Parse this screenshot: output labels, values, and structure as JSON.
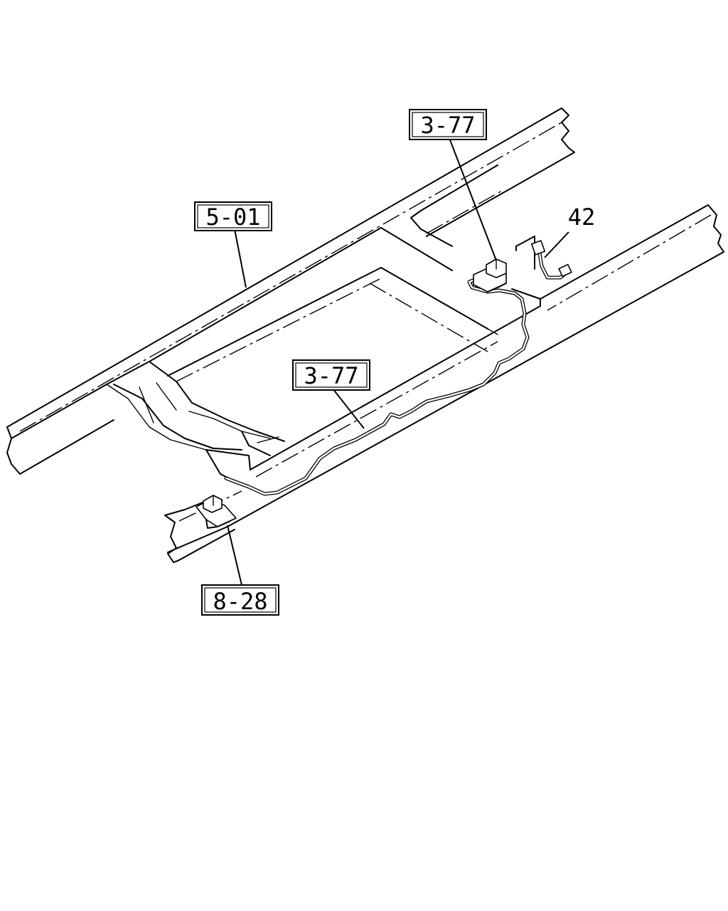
{
  "callouts": {
    "frame": "5-01",
    "brake_upper": "3-77",
    "brake_middle": "3-77",
    "bracket_lower": "8-28",
    "hose": "42"
  },
  "colors": {
    "ink": "#000000",
    "paper": "#ffffff"
  }
}
